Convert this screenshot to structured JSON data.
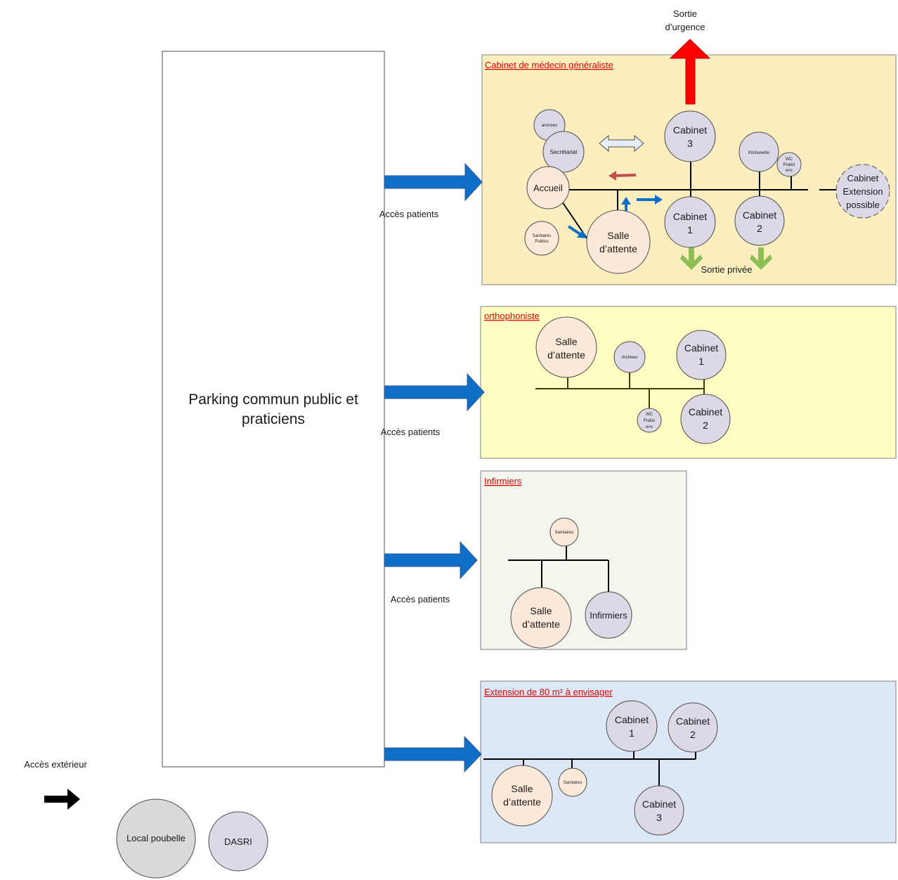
{
  "colors": {
    "accent_arrow": "#0f6fc6",
    "emergency_arrow": "#ff0000",
    "private_exit_arrow": "#8dbf55",
    "zone_generaliste": "#fdeebf",
    "zone_orthophoniste": "#ffffc4",
    "zone_infirmiers": "#f3f6ec",
    "zone_extension": "#dde8f6",
    "node_peach": "#fde9d9",
    "node_lilac": "#dcd8e6",
    "node_grey": "#d9d9d9"
  },
  "parking": {
    "line1": "Parking commun public et",
    "line2": "praticiens"
  },
  "access": {
    "patients": [
      "Accès patients",
      "Accès patients",
      "Accès patients"
    ],
    "exterieur": "Accès extérieur"
  },
  "exterior": {
    "local_poubelle": "Local poubelle",
    "dasri": "DASRI"
  },
  "emergency": {
    "line1": "Sortie",
    "line2": "d’urgence"
  },
  "generaliste": {
    "title": "Cabinet de médecin généraliste",
    "archives": "archives",
    "secretariat": "Secrétariat",
    "accueil": "Accueil",
    "sanitaires": [
      "Sanitaires",
      "Publics"
    ],
    "salle": [
      "Salle",
      "d’attente"
    ],
    "cabinet3": [
      "Cabinet",
      "3"
    ],
    "cabinet1": [
      "Cabinet",
      "1"
    ],
    "cabinet2": [
      "Cabinet",
      "2"
    ],
    "kitchenette": "Kitchenette",
    "wc": [
      "WC",
      "Pratici",
      "ens"
    ],
    "extension": [
      "Cabinet",
      "Extension",
      "possible"
    ],
    "sortie_privee": "Sortie privée"
  },
  "orthophoniste": {
    "title": "orthophoniste",
    "salle": [
      "Salle",
      "d’attente"
    ],
    "archives": "Archives",
    "cabinet1": [
      "Cabinet",
      "1"
    ],
    "cabinet2": [
      "Cabinet",
      "2"
    ],
    "wc": [
      "WC",
      "Pratici",
      "ens"
    ]
  },
  "infirmiers": {
    "title": "Infirmiers",
    "sanitaires": "Sanitaires",
    "salle": [
      "Salle",
      "d’attente"
    ],
    "infirmiers": "Infirmiers"
  },
  "extension": {
    "title": "Extension de 80 m² à envisager",
    "cabinet1": [
      "Cabinet",
      "1"
    ],
    "cabinet2": [
      "Cabinet",
      "2"
    ],
    "cabinet3": [
      "Cabinet",
      "3"
    ],
    "sanitaires": "Sanitaires",
    "salle": [
      "Salle",
      "d’attente"
    ]
  }
}
